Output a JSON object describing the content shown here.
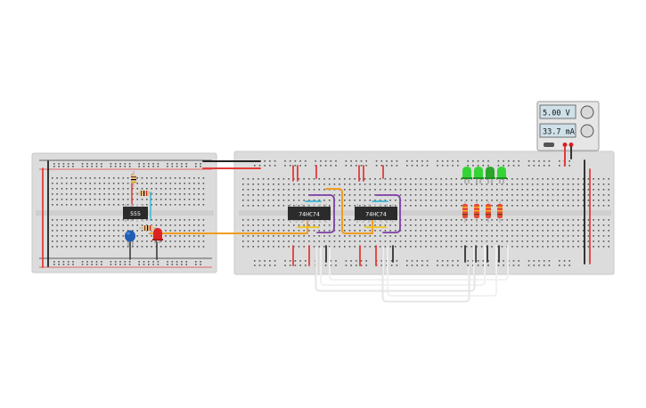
{
  "power_supply": {
    "voltage": "5.00 V",
    "current": "33.7 mA"
  },
  "chips": {
    "timer": "555",
    "counter_1": "74HC74",
    "counter_2": "74HC74"
  },
  "colors": {
    "breadboard": "#dddddd",
    "rail_red": "#e23b3b",
    "rail_black": "#333333",
    "wire_orange": "#f39c1f",
    "wire_purple": "#7e3fa6",
    "wire_cyan": "#3cb8d6",
    "wire_yellow": "#f2c21a",
    "wire_white": "#f0f0f0",
    "led_green": "#35d435",
    "led_red": "#dd2222",
    "capacitor_blue": "#1f5fb3",
    "chip": "#2b2b2b"
  },
  "icons": [
    "breadboard",
    "ic-chip",
    "resistor",
    "led",
    "capacitor",
    "power-knob"
  ]
}
